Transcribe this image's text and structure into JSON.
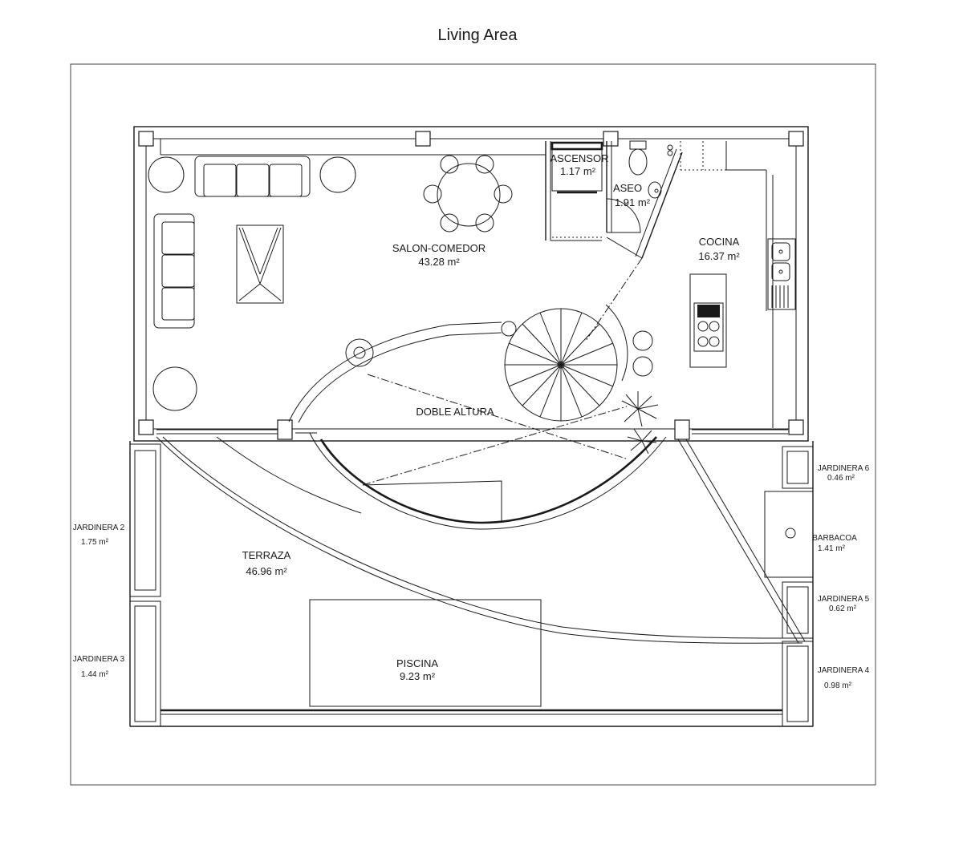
{
  "title": "Living Area",
  "rooms": {
    "salon": {
      "name": "SALON-COMEDOR",
      "area": "43.28 m²"
    },
    "ascensor": {
      "name": "ASCENSOR",
      "area": "1.17 m²"
    },
    "aseo": {
      "name": "ASEO",
      "area": "1.91 m²"
    },
    "cocina": {
      "name": "COCINA",
      "area": "16.37 m²"
    },
    "doble_altura": {
      "name": "DOBLE ALTURA"
    },
    "terraza": {
      "name": "TERRAZA",
      "area": "46.96 m²"
    },
    "piscina": {
      "name": "PISCINA",
      "area": "9.23 m²"
    },
    "jardinera2": {
      "name": "JARDINERA 2",
      "area": "1.75 m²"
    },
    "jardinera3": {
      "name": "JARDINERA 3",
      "area": "1.44 m²"
    },
    "jardinera4": {
      "name": "JARDINERA 4",
      "area": "0.98 m²"
    },
    "jardinera5": {
      "name": "JARDINERA 5",
      "area": "0.62 m²"
    },
    "jardinera6": {
      "name": "JARDINERA 6",
      "area": "0.46 m²"
    },
    "barbacoa": {
      "name": "BARBACOA",
      "area": "1.41 m²"
    }
  }
}
